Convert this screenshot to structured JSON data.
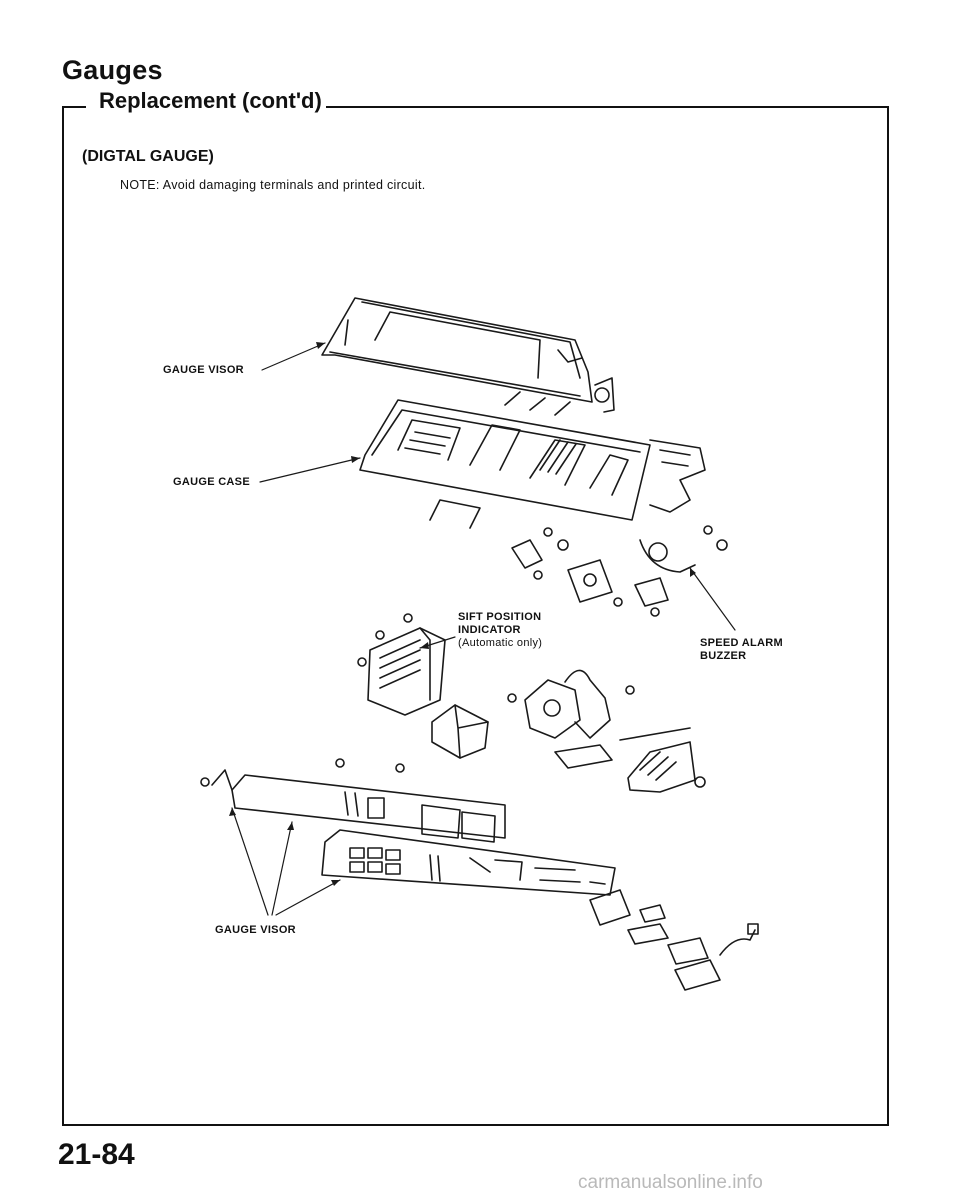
{
  "page_heading": "Gauges",
  "section_heading": "Replacement (cont'd)",
  "subheading": "(DIGTAL GAUGE)",
  "note": "NOTE:  Avoid damaging terminals and printed circuit.",
  "labels": {
    "gauge_visor_top": "GAUGE VISOR",
    "gauge_case": "GAUGE CASE",
    "shift_indicator_line1": "SIFT POSITION",
    "shift_indicator_line2": "INDICATOR",
    "shift_indicator_note": "(Automatic only)",
    "speed_alarm_line1": "SPEED ALARM",
    "speed_alarm_line2": "BUZZER",
    "gauge_visor_bottom": "GAUGE VISOR"
  },
  "page_number": "21-84",
  "watermark": "carmanualsonline.info"
}
